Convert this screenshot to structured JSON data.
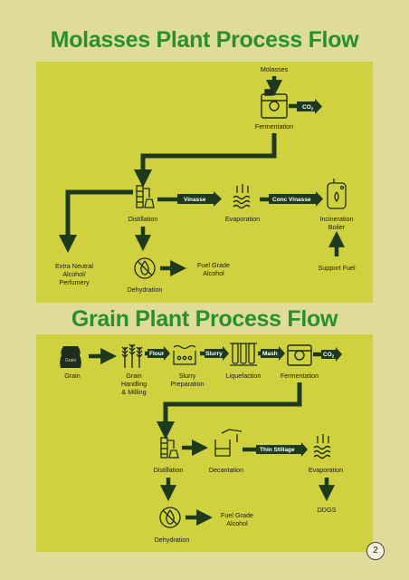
{
  "molasses": {
    "title": "Molasses Plant Process Flow",
    "nodes": {
      "input": "Molasses",
      "fermentation": "Fermentation",
      "distillation": "Distillation",
      "evaporation": "Evaporation",
      "incineration_l1": "Incineration",
      "incineration_l2": "Boiler",
      "support_fuel": "Support Fuel",
      "ena_l1": "Extra Neutral",
      "ena_l2": "Alcohol/",
      "ena_l3": "Perfumery",
      "dehydration": "Dehydration",
      "fga_l1": "Fuel Grade",
      "fga_l2": "Alcohol"
    },
    "tags": {
      "co2": "CO",
      "co2_sub": "2",
      "vinasse": "Vinasse",
      "conc_vinasse": "Conc Vinasse"
    }
  },
  "grain": {
    "title": "Grain Plant Process Flow",
    "nodes": {
      "grain": "Grain",
      "handling_l1": "Grain",
      "handling_l2": "Handling",
      "handling_l3": "& Milling",
      "slurry_l1": "Slurry",
      "slurry_l2": "Preparation",
      "liquefaction": "Liquefaction",
      "fermentation": "Fermentation",
      "distillation": "Distillation",
      "decantation": "Decantation",
      "evaporation": "Evaporation",
      "ddgs": "DDGS",
      "dehydration": "Dehydration",
      "fga_l1": "Fuel Grade",
      "fga_l2": "Alcohol"
    },
    "tags": {
      "flour": "Flour",
      "slurry": "Slurry",
      "mash": "Mash",
      "co2": "CO",
      "co2_sub": "2",
      "thin_stillage": "Thin Stillage"
    }
  },
  "page_number": "2",
  "colors": {
    "background": "#dedc98",
    "panel": "#cfd23e",
    "title": "#2a8f2f",
    "arrow": "#1e3a1e"
  }
}
